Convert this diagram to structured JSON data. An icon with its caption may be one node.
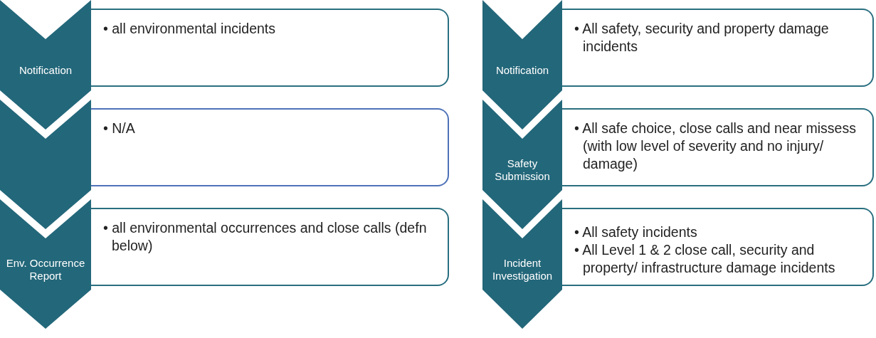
{
  "diagram": {
    "nodes": [
      {
        "text": [
          "Notification"
        ]
      },
      {
        "text": [
          "• all environmental incidents"
        ]
      },
      {
        "text": [],
        "shape": "chevron"
      },
      {
        "text": [
          "• N/A"
        ]
      },
      {
        "text": [
          "Env. Occurrence Report"
        ]
      },
      {
        "text": [
          "• all environmental occurrences and close calls (defn below)"
        ]
      },
      {
        "text": [
          "Notification"
        ]
      },
      {
        "text": [
          "• All safety, security and property damage incidents"
        ]
      },
      {
        "text": [
          "Safety Submission"
        ]
      },
      {
        "text": [
          "• All safe choice, close calls and near missess (with low level of severity and no injury/ damage)"
        ]
      },
      {
        "text": [
          "Incident Investigation"
        ]
      },
      {
        "text": [
          "• All safety incidents",
          "• All Level 1 & 2 close call, security and property/ infrastructure damage incidents"
        ]
      }
    ],
    "edges": []
  }
}
